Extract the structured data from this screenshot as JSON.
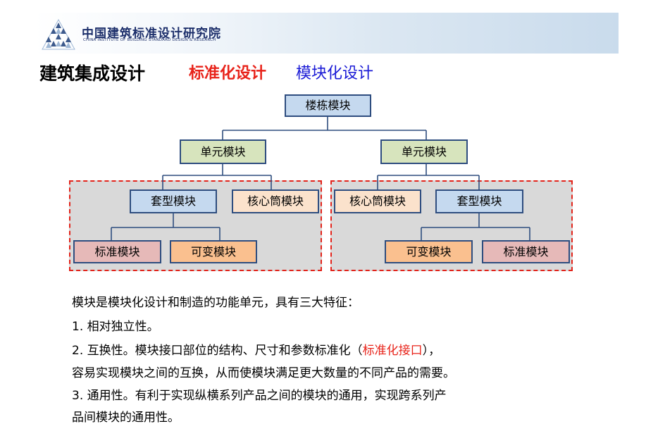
{
  "header": {
    "institute_cn": "中国建筑标准设计研究院",
    "institute_en": "CHINA INSTITUTE OF BUILDING STANDARD DESIGN & RESEARCH"
  },
  "title": {
    "main": "建筑集成设计",
    "red": "标准化设计",
    "blue": "模块化设计"
  },
  "diagram": {
    "root": "楼栋模块",
    "unit_left": "单元模块",
    "unit_right": "单元模块",
    "left": {
      "suite": "套型模块",
      "core": "核心筒模块",
      "standard": "标准模块",
      "variable": "可变模块"
    },
    "right": {
      "core": "核心筒模块",
      "suite": "套型模块",
      "variable": "可变模块",
      "standard": "标准模块"
    }
  },
  "body": {
    "line1": "模块是模块化设计和制造的功能单元，具有三大特征：",
    "line2": "1. 相对独立性。",
    "line3_pre": "2. 互换性。模块接口部位的结构、尺寸和参数标准化（",
    "line3_hl": "标准化接口",
    "line3_post": "），",
    "line4": "容易实现模块之间的互换，从而使模块满足更大数量的不同产品的需要。",
    "line5": "3. 通用性。有利于实现纵横系列产品之间的模块的通用，实现跨系列产",
    "line6": "品间模块的通用性。"
  },
  "colors": {
    "title_red": "#e8231a",
    "title_blue": "#1a1ad6",
    "group_border": "#e2231a",
    "group_fill": "#d9d9d9",
    "box_border": "#2e4d7f"
  }
}
